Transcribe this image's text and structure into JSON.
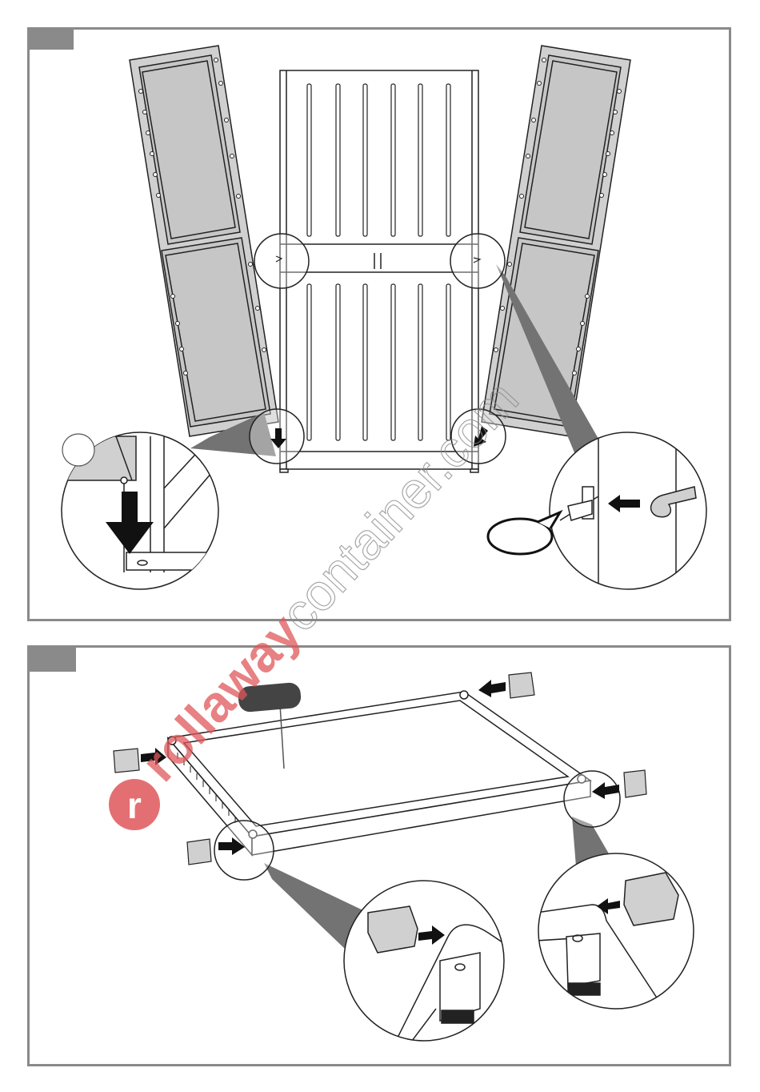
{
  "step_panels": [
    {
      "id": "step-1",
      "step_number": ""
    },
    {
      "id": "step-2",
      "step_number": ""
    }
  ],
  "watermark": {
    "brand_bold": "rollaway",
    "brand_light": "container",
    "suffix": ".com",
    "logo_letter": "r",
    "color": "#e0575a"
  },
  "colors": {
    "frame_gray": "#8a8a8a",
    "panel_fill": "#d0d0d0",
    "callout_wedge": "#737373",
    "line": "#222222"
  },
  "icons": [
    "down-arrow-icon",
    "left-arrow-icon",
    "right-arrow-icon",
    "hinge-hook-icon",
    "corner-foot-cap-icon"
  ]
}
